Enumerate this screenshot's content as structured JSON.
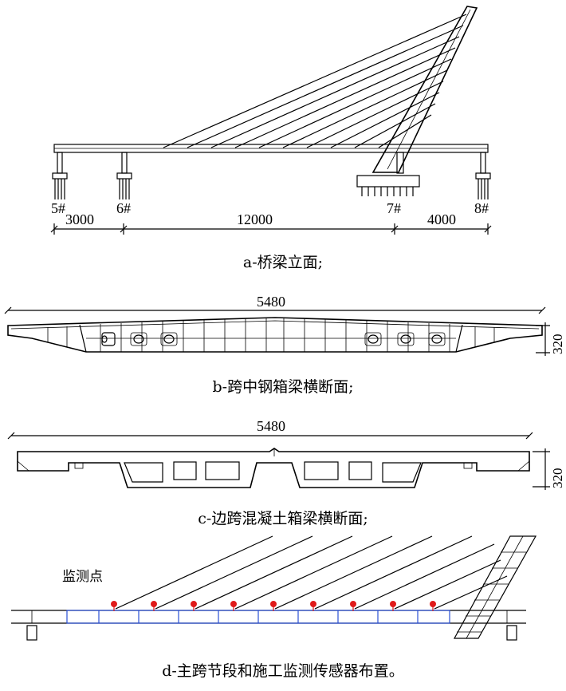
{
  "figure_a": {
    "pier_labels": [
      "5#",
      "6#",
      "7#",
      "8#"
    ],
    "span_lengths": [
      "3000",
      "12000",
      "4000"
    ],
    "caption": "a-桥梁立面;"
  },
  "figure_b": {
    "width_label": "5480",
    "height_label": "320",
    "caption": "b-跨中钢箱梁横断面;"
  },
  "figure_c": {
    "width_label": "5480",
    "height_label": "320",
    "caption": "c-边跨混凝土箱梁横断面;"
  },
  "figure_d": {
    "monitor_label": "监测点",
    "caption": "d-主跨节段和施工监测传感器布置。",
    "sensor_color": "#e01a1a",
    "segment_color": "#2a4fd6"
  }
}
